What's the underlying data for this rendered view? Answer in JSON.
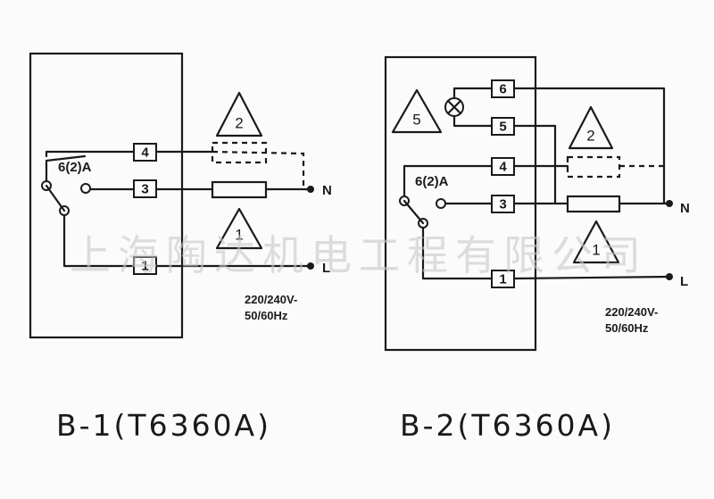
{
  "watermark": "上海陶达机电工程有限公司",
  "diagram_b1": {
    "caption": "B-1(T6360A)",
    "switch_rating": "6(2)A",
    "terminals": [
      "4",
      "3",
      "1"
    ],
    "triangles": [
      "2",
      "1"
    ],
    "line_neutral": "N",
    "line_live": "L",
    "supply_voltage": "220/240V-",
    "supply_freq": "50/60Hz"
  },
  "diagram_b2": {
    "caption": "B-2(T6360A)",
    "switch_rating": "6(2)A",
    "terminals": [
      "6",
      "5",
      "4",
      "3",
      "1"
    ],
    "triangles": [
      "5",
      "2",
      "1"
    ],
    "line_neutral": "N",
    "line_live": "L",
    "supply_voltage": "220/240V-",
    "supply_freq": "50/60Hz"
  }
}
